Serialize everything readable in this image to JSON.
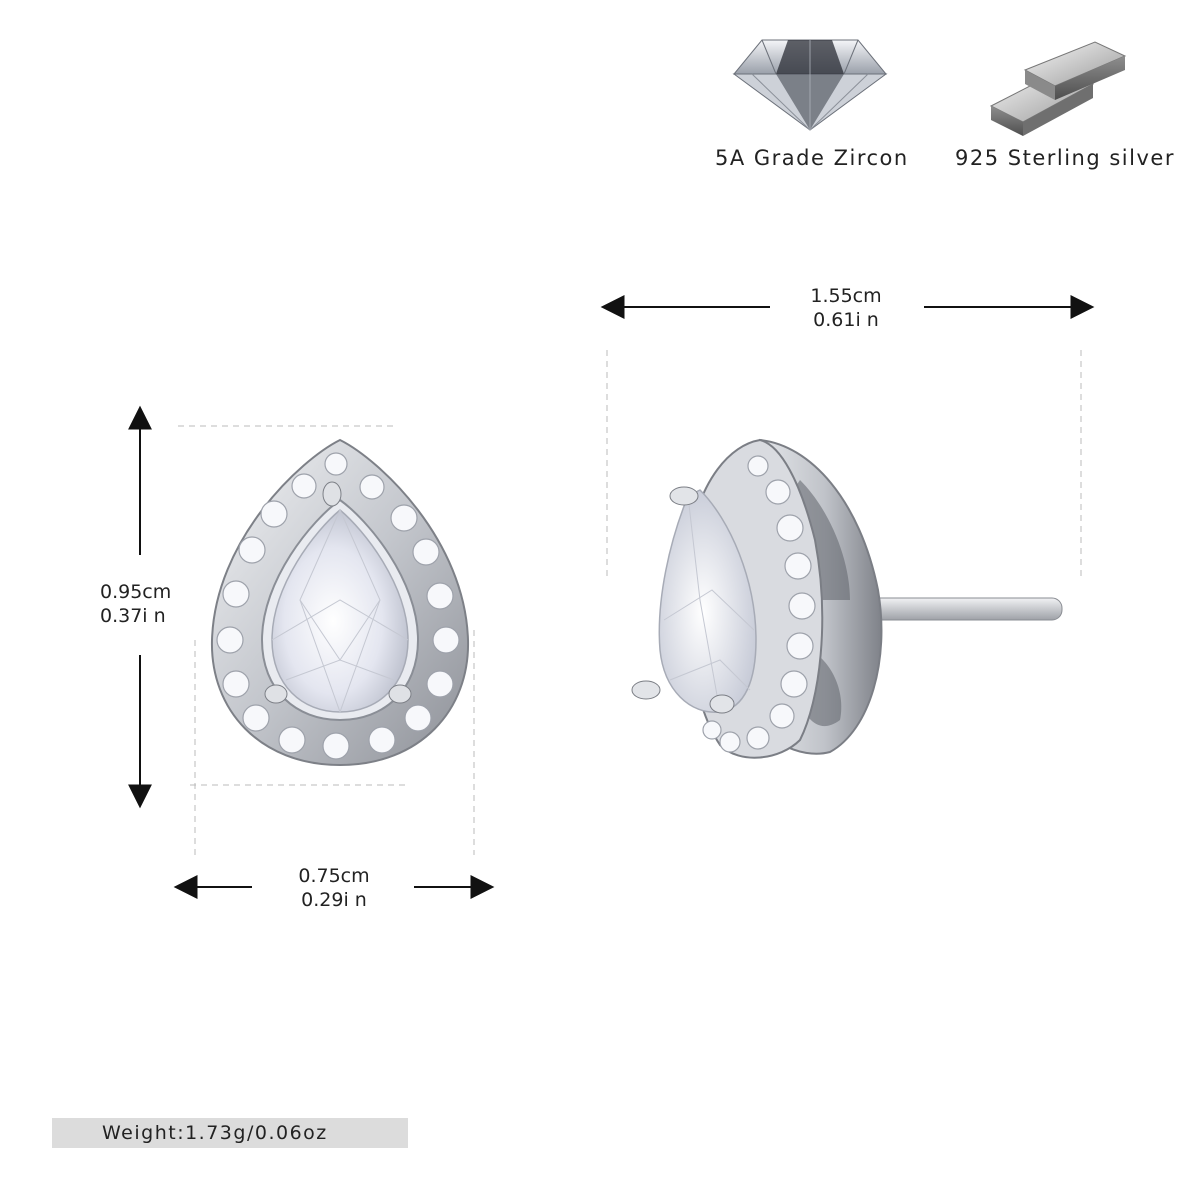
{
  "features": {
    "zircon": {
      "label": "5A Grade Zircon",
      "icon": "gemstone-icon"
    },
    "silver": {
      "label": "925 Sterling silver",
      "icon": "silver-bars-icon"
    }
  },
  "dimensions": {
    "length": {
      "cm": "1.55cm",
      "inch": "0.61i n"
    },
    "height": {
      "cm": "0.95cm",
      "inch": "0.37i n"
    },
    "width": {
      "cm": "0.75cm",
      "inch": "0.29i n"
    }
  },
  "weight": {
    "label": "Weight:1.73g/0.06oz"
  },
  "colors": {
    "silver": "#c9ccd2",
    "stone": "#eef0f7",
    "weight_bar": "#dcdcdc"
  }
}
